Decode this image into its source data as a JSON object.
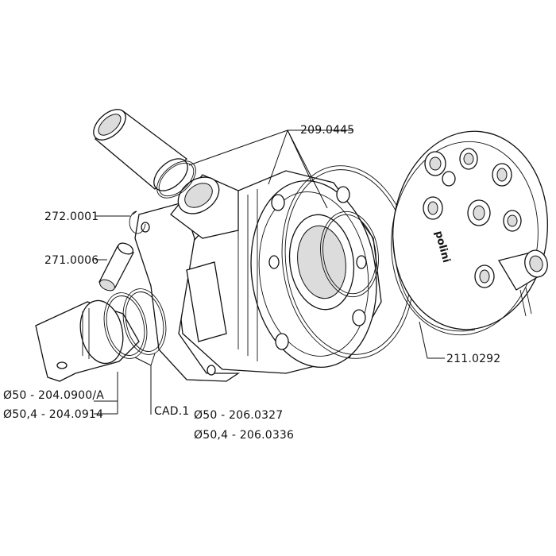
{
  "labels": {
    "gasket_set": "209.0445",
    "clip": "272.0001",
    "pin": "271.0006",
    "head": "211.0292",
    "piston_50": "Ø50 - 204.0900/A",
    "piston_504": "Ø50,4 - 204.0914",
    "cad": "CAD.1",
    "rings_50": "Ø50 - 206.0327",
    "rings_504": "Ø50,4 - 206.0336"
  },
  "head_logo": "polini"
}
